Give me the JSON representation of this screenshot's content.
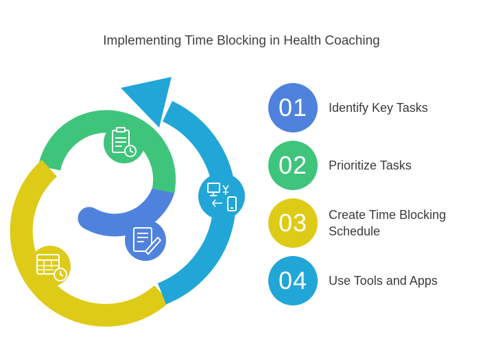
{
  "title": "Implementing Time Blocking in Health Coaching",
  "colors": {
    "blue_dark": "#4F82DD",
    "green": "#3FC47C",
    "yellow": "#DECB18",
    "cyan": "#21A6D7"
  },
  "steps": [
    {
      "number": "01",
      "label": "Identify Key Tasks",
      "color": "#4F82DD"
    },
    {
      "number": "02",
      "label": "Prioritize Tasks",
      "color": "#3FC47C"
    },
    {
      "number": "03",
      "label": "Create Time Blocking Schedule",
      "color": "#DECB18"
    },
    {
      "number": "04",
      "label": "Use Tools and Apps",
      "color": "#21A6D7"
    }
  ],
  "spiral_icons": [
    {
      "name": "clipboard-clock-icon"
    },
    {
      "name": "devices-sync-icon"
    },
    {
      "name": "document-pen-icon"
    },
    {
      "name": "calendar-clock-icon"
    }
  ]
}
